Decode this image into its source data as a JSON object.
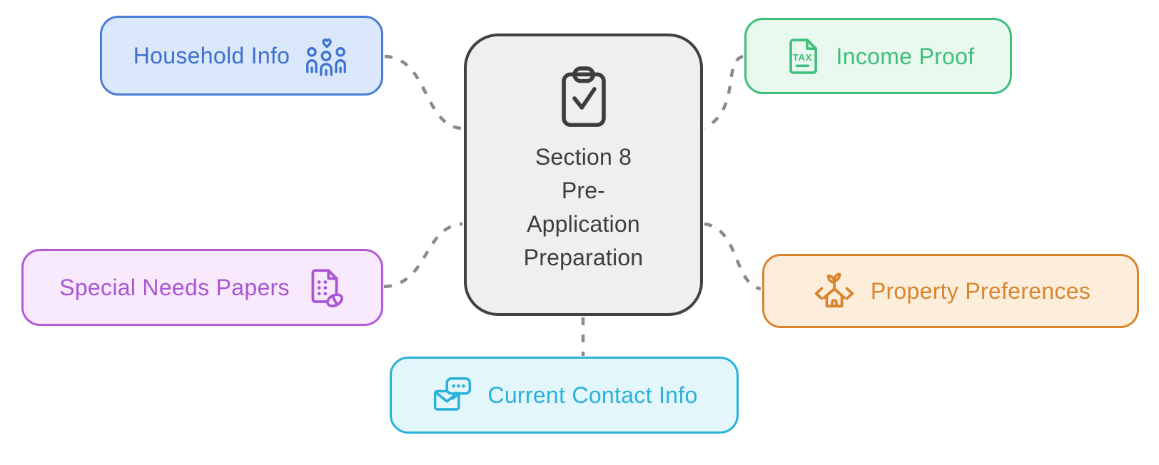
{
  "diagram": {
    "connector_color": "#8a8a8a",
    "background_color": "#ffffff",
    "center": {
      "label": "Section 8\nPre-\nApplication\nPreparation",
      "icon": "clipboard-check-icon",
      "border_color": "#414141",
      "bg_color": "#efefef",
      "text_color": "#3d3d3d"
    },
    "nodes": [
      {
        "id": "household-info",
        "label": "Household Info",
        "icon": "family-heart-icon",
        "icon_side": "right",
        "border_color": "#4a7cd6",
        "bg_color": "#dbe8fb",
        "text_color": "#3e72d0"
      },
      {
        "id": "income-proof",
        "label": "Income Proof",
        "icon": "tax-document-icon",
        "icon_text": "TAX",
        "icon_side": "left",
        "border_color": "#3ec07c",
        "bg_color": "#e9f9ef",
        "text_color": "#3ebf7b"
      },
      {
        "id": "special-needs-papers",
        "label": "Special Needs Papers",
        "icon": "braille-document-pill-icon",
        "icon_side": "right",
        "border_color": "#b35ad7",
        "bg_color": "#f8e9fc",
        "text_color": "#aa56d3"
      },
      {
        "id": "property-preferences",
        "label": "Property Preferences",
        "icon": "house-code-icon",
        "icon_side": "left",
        "border_color": "#d8852d",
        "bg_color": "#fdeedc",
        "text_color": "#d8852d"
      },
      {
        "id": "current-contact-info",
        "label": "Current Contact Info",
        "icon": "message-envelope-icon",
        "icon_side": "left",
        "border_color": "#29b1d9",
        "bg_color": "#e3f6fb",
        "text_color": "#29b1d9"
      }
    ]
  }
}
